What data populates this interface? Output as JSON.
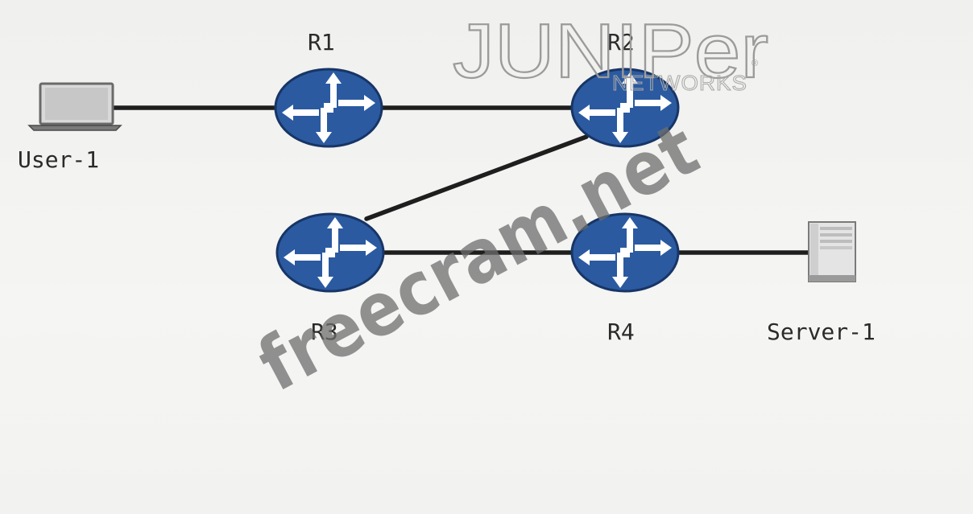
{
  "logo": {
    "wordmark": "JUNIPer",
    "subtitle": "NETWORKS",
    "registered": "®"
  },
  "watermark": "freecram.net",
  "nodes": [
    {
      "id": "user1",
      "kind": "laptop",
      "label": "User-1"
    },
    {
      "id": "r1",
      "kind": "router",
      "label": "R1"
    },
    {
      "id": "r2",
      "kind": "router",
      "label": "R2"
    },
    {
      "id": "r3",
      "kind": "router",
      "label": "R3"
    },
    {
      "id": "r4",
      "kind": "router",
      "label": "R4"
    },
    {
      "id": "server1",
      "kind": "server",
      "label": "Server-1"
    }
  ],
  "links": [
    [
      "user1",
      "r1"
    ],
    [
      "r1",
      "r2"
    ],
    [
      "r2",
      "r3"
    ],
    [
      "r3",
      "r4"
    ],
    [
      "r4",
      "server1"
    ]
  ],
  "colors": {
    "router_fill": "#2b5aa0",
    "router_stroke": "#173566",
    "link": "#1e1e1e",
    "label": "#2a2a2a"
  }
}
